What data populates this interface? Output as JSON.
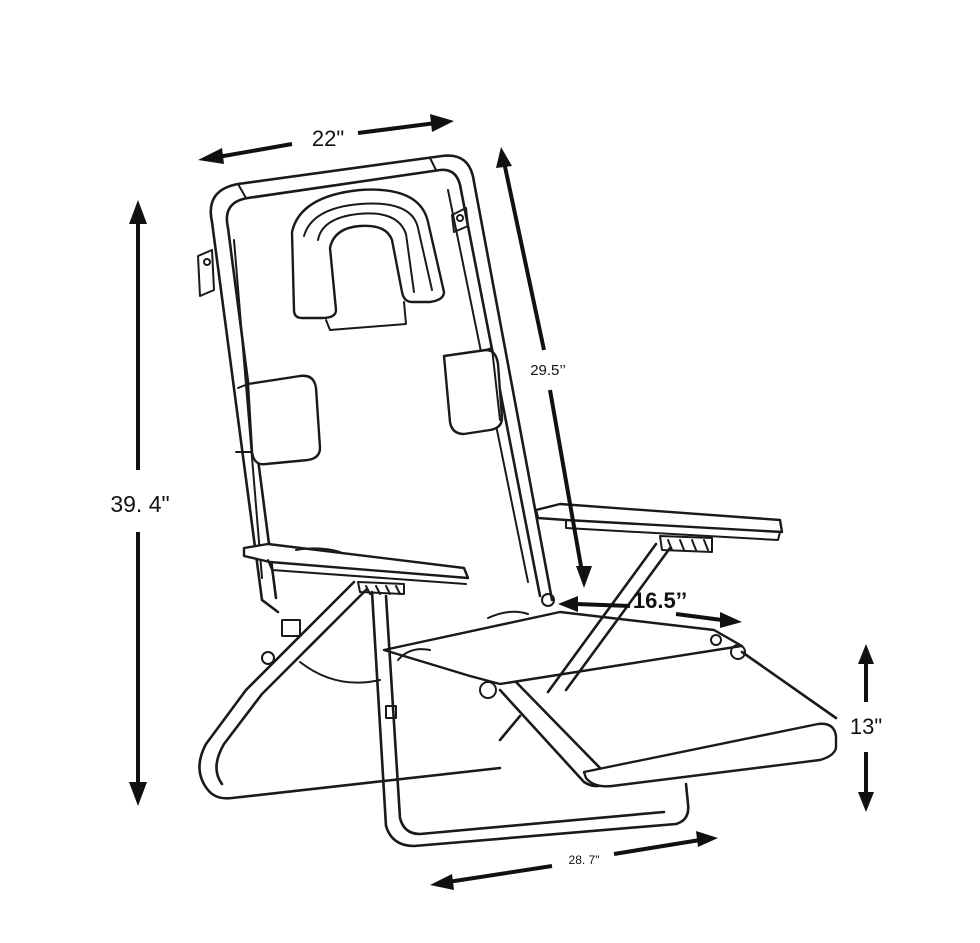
{
  "dimensions": {
    "width_label": "22\"",
    "back_label": "29.5’’",
    "height_label": "39. 4\"",
    "seat_label": "16.5’’",
    "seat_height_label": "13\"",
    "depth_label": "28. 7\""
  }
}
